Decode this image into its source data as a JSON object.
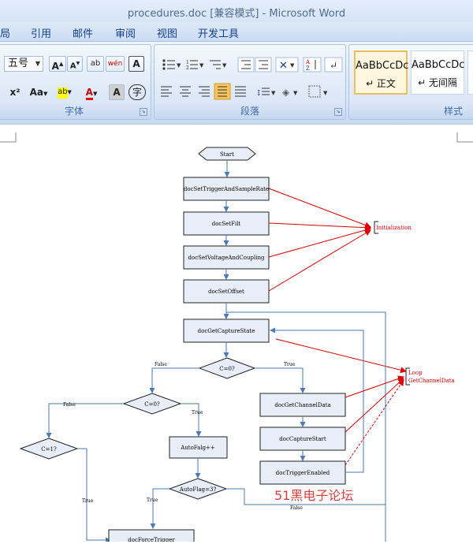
{
  "window": {
    "title": "procedures.doc [兼容模式] - Microsoft Word"
  },
  "menu": [
    "局",
    "引用",
    "邮件",
    "审阅",
    "视图",
    "开发工具"
  ],
  "font_group": {
    "label": "字体",
    "font_size": "五号",
    "buttons": [
      "A",
      "A",
      "ab",
      "wén",
      "A",
      "x²",
      "Aa",
      "ab",
      "A",
      "A",
      "字"
    ]
  },
  "paragraph_group": {
    "label": "段落"
  },
  "styles_group": {
    "label": "样式",
    "styles": [
      {
        "sample": "AaBbCcDc",
        "name": "↵ 正文"
      },
      {
        "sample": "AaBbCcDc",
        "name": "↵ 无间隔"
      }
    ]
  },
  "flowchart": {
    "start": "Start",
    "steps": [
      "docSetTriggerAndSampleRate",
      "docSetFilt",
      "docSetVoltageAndCoupling",
      "docSetOffset",
      "docGetCaptureState"
    ],
    "init_note": "Initialization",
    "loop_note_1": "Loop",
    "loop_note_2": "GetChannelData",
    "decision_c0": "C=0?",
    "decision_c0b": "C=0?",
    "decision_c1": "C=1?",
    "decision_auto": "AutoFlag=3?",
    "right_steps": [
      "docGetChannelData",
      "docCaptureStart",
      "docTriggerEnabled"
    ],
    "auto_step": "AutoFalg++",
    "bottom_step": "docForceTrigger",
    "false": "False",
    "true": "True",
    "watermark": "51黑电子论坛"
  }
}
